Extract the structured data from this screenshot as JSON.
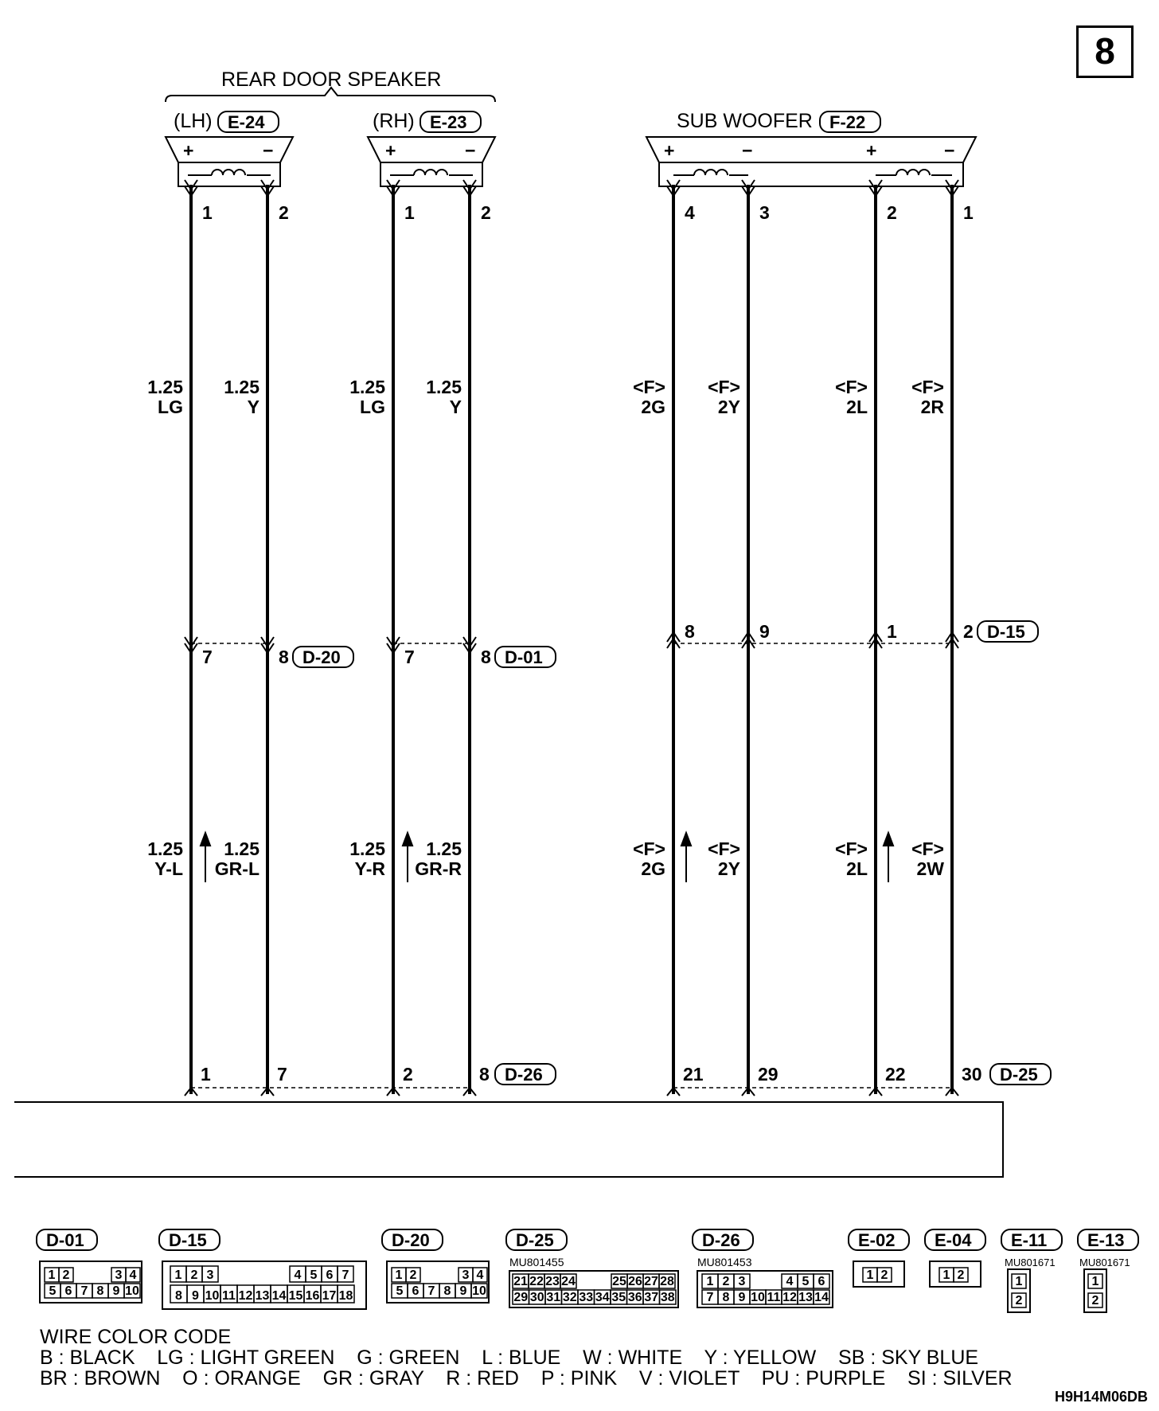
{
  "page_number": "8",
  "rear_door_speaker": {
    "title": "REAR DOOR SPEAKER",
    "lh": {
      "side": "(LH)",
      "connector": "E-24"
    },
    "rh": {
      "side": "(RH)",
      "connector": "E-23"
    }
  },
  "sub_woofer": {
    "title": "SUB WOOFER",
    "connector": "F-22"
  },
  "polarity": {
    "plus": "+",
    "minus": "−"
  },
  "top_pins": [
    "1",
    "2",
    "1",
    "2",
    "4",
    "3",
    "2",
    "1"
  ],
  "wire_labels_upper": [
    {
      "size": "1.25",
      "color": "LG"
    },
    {
      "size": "1.25",
      "color": "Y"
    },
    {
      "size": "1.25",
      "color": "LG"
    },
    {
      "size": "1.25",
      "color": "Y"
    },
    {
      "size": "<F>",
      "color": "2G"
    },
    {
      "size": "<F>",
      "color": "2Y"
    },
    {
      "size": "<F>",
      "color": "2L"
    },
    {
      "size": "<F>",
      "color": "2R"
    }
  ],
  "mid_pins": [
    "7",
    "8",
    "7",
    "8",
    "8",
    "9",
    "1",
    "2"
  ],
  "mid_connectors": {
    "lh": "D-20",
    "rh": "D-01",
    "sub": "D-15"
  },
  "wire_labels_lower": [
    {
      "size": "1.25",
      "color": "Y-L"
    },
    {
      "size": "1.25",
      "color": "GR-L"
    },
    {
      "size": "1.25",
      "color": "Y-R"
    },
    {
      "size": "1.25",
      "color": "GR-R"
    },
    {
      "size": "<F>",
      "color": "2G"
    },
    {
      "size": "<F>",
      "color": "2Y"
    },
    {
      "size": "<F>",
      "color": "2L"
    },
    {
      "size": "<F>",
      "color": "2W"
    }
  ],
  "bottom_pins": [
    "1",
    "7",
    "2",
    "8",
    "21",
    "29",
    "22",
    "30"
  ],
  "bottom_connectors": {
    "speakers": "D-26",
    "sub": "D-25"
  },
  "connector_views": {
    "labels": [
      "D-01",
      "D-15",
      "D-20",
      "D-25",
      "D-26",
      "E-02",
      "E-04",
      "E-11",
      "E-13"
    ],
    "part_numbers": {
      "D-25": "MU801455",
      "D-26": "MU801453",
      "E-11": "MU801671",
      "E-13": "MU801671"
    },
    "d01_top": [
      "1",
      "2",
      "3",
      "4"
    ],
    "d01_bottom": [
      "5",
      "6",
      "7",
      "8",
      "9",
      "10"
    ],
    "d15_top": [
      "1",
      "2",
      "3",
      "4",
      "5",
      "6",
      "7"
    ],
    "d15_bottom": [
      "8",
      "9",
      "10",
      "11",
      "12",
      "13",
      "14",
      "15",
      "16",
      "17",
      "18"
    ],
    "d25_top": [
      "21",
      "22",
      "23",
      "24",
      "25",
      "26",
      "27",
      "28"
    ],
    "d25_bottom": [
      "29",
      "30",
      "31",
      "32",
      "33",
      "34",
      "35",
      "36",
      "37",
      "38"
    ],
    "d26_top": [
      "1",
      "2",
      "3",
      "4",
      "5",
      "6"
    ],
    "d26_bottom": [
      "7",
      "8",
      "9",
      "10",
      "11",
      "12",
      "13",
      "14"
    ],
    "two_pin": [
      "1",
      "2"
    ]
  },
  "wire_color_code": {
    "title": "WIRE COLOR CODE",
    "line1": "B : BLACK    LG : LIGHT GREEN    G : GREEN    L : BLUE    W : WHITE    Y : YELLOW    SB : SKY BLUE",
    "line2": "BR : BROWN    O : ORANGE    GR : GRAY    R : RED    P : PINK    V : VIOLET    PU : PURPLE    SI : SILVER"
  },
  "diagram_code": "H9H14M06DB"
}
